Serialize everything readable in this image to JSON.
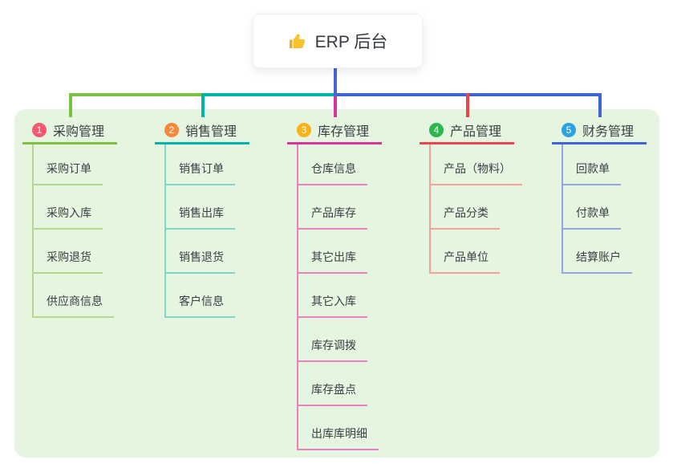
{
  "root": {
    "title": "ERP 后台",
    "icon": "thumbs-up"
  },
  "colors": {
    "panel_bg": "#e6f5df",
    "root_line": "#4a63d8",
    "text": "#3a3f46",
    "card_bg": "#ffffff"
  },
  "branches": [
    {
      "index": "1",
      "title": "采购管理",
      "badge_color": "#f5586f",
      "line_color": "#7cc242",
      "light_color": "#b3d98c",
      "children": [
        "采购订单",
        "采购入库",
        "采购退货",
        "供应商信息"
      ]
    },
    {
      "index": "2",
      "title": "销售管理",
      "badge_color": "#f9883d",
      "line_color": "#00b3ab",
      "light_color": "#82d4cd",
      "children": [
        "销售订单",
        "销售出库",
        "销售退货",
        "客户信息"
      ]
    },
    {
      "index": "3",
      "title": "库存管理",
      "badge_color": "#fbb217",
      "line_color": "#d6359c",
      "light_color": "#ee7fc0",
      "children": [
        "仓库信息",
        "产品库存",
        "其它出库",
        "其它入库",
        "库存调拨",
        "库存盘点",
        "出库库明细"
      ]
    },
    {
      "index": "4",
      "title": "产品管理",
      "badge_color": "#2db84d",
      "line_color": "#f0414e",
      "light_color": "#f8a09a",
      "children": [
        "产品（物料）",
        "产品分类",
        "产品单位"
      ]
    },
    {
      "index": "5",
      "title": "财务管理",
      "badge_color": "#2aa3e3",
      "line_color": "#3f63d9",
      "light_color": "#93a7e4",
      "children": [
        "回款单",
        "付款单",
        "结算账户"
      ]
    }
  ]
}
